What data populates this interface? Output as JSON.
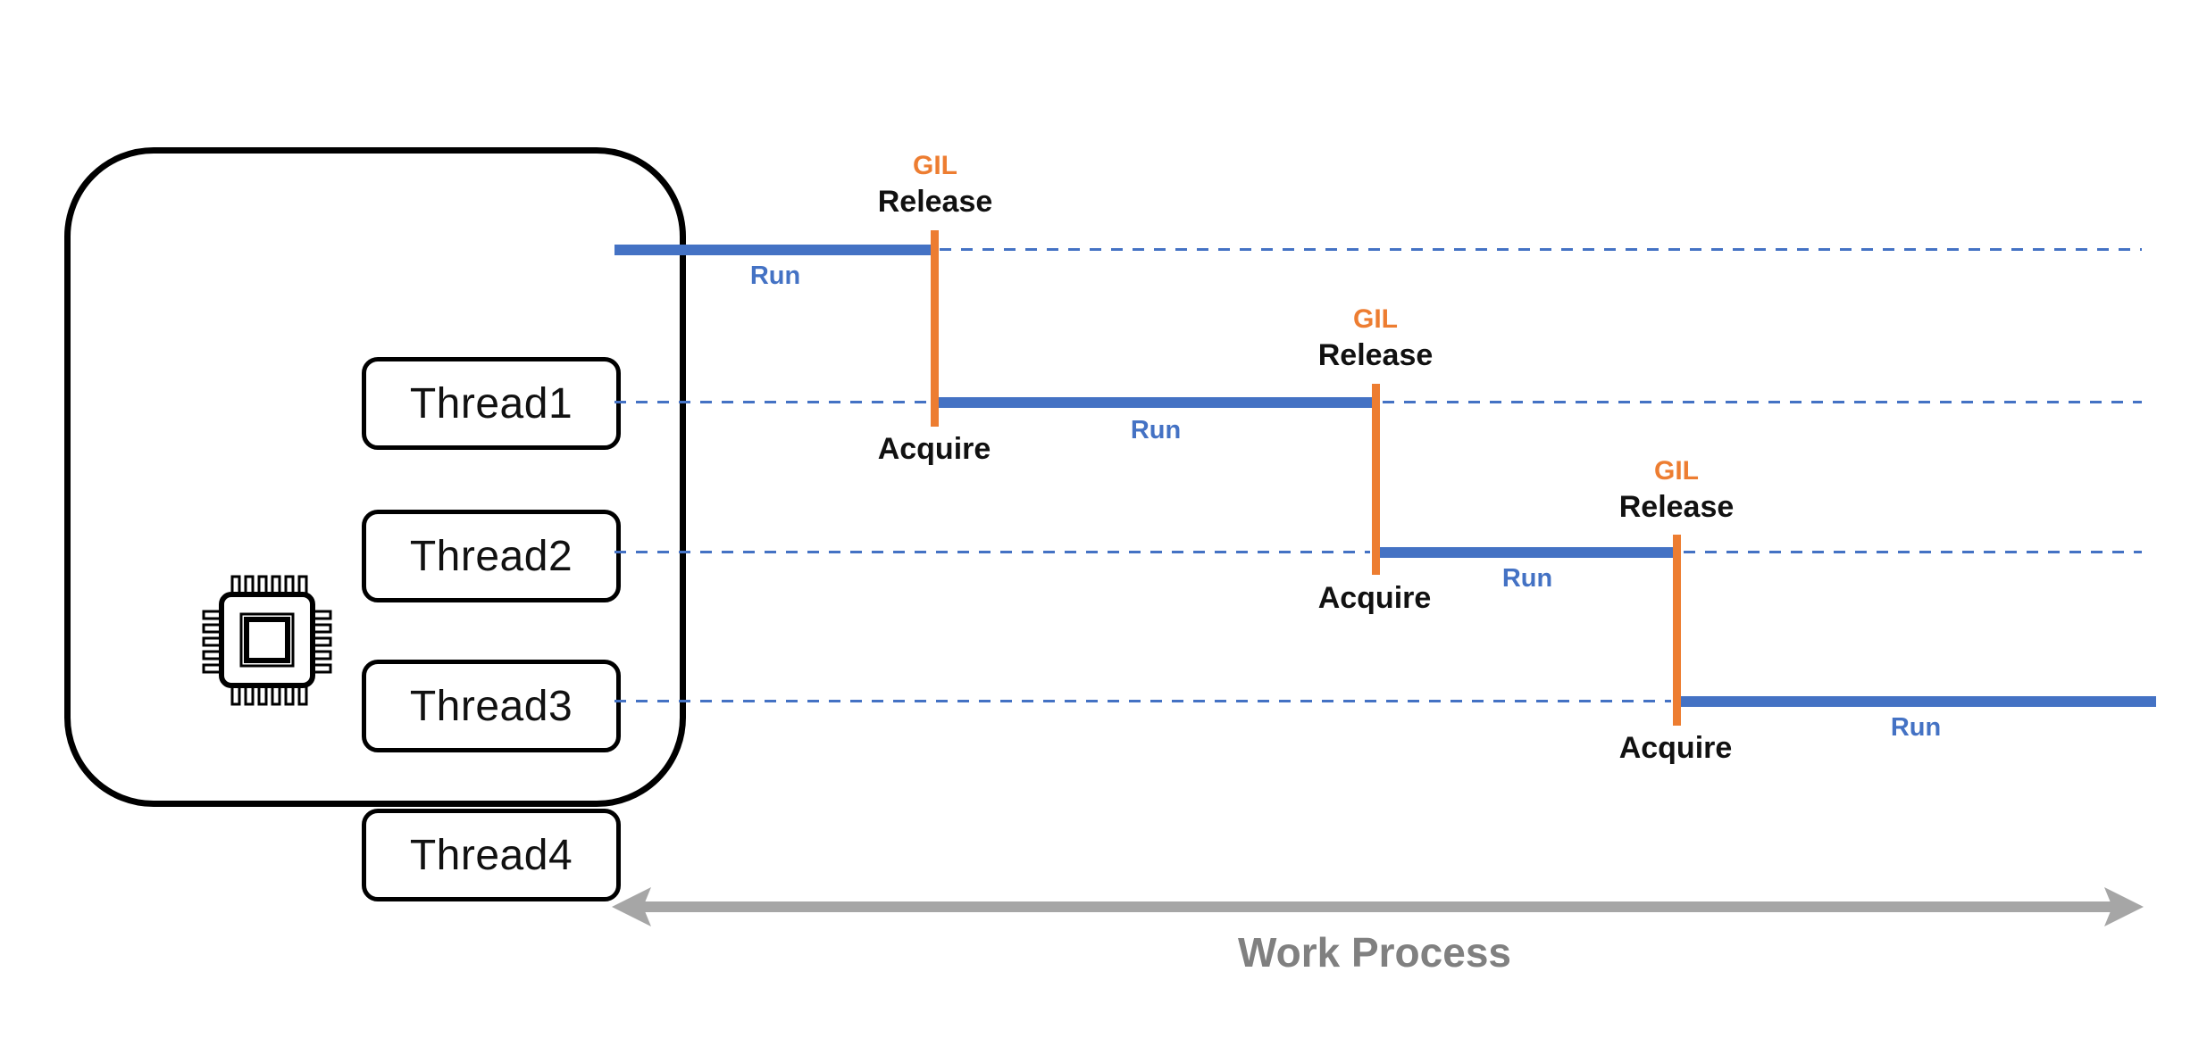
{
  "cpu_block": {
    "chip_icon": "cpu-chip-icon",
    "threads": [
      {
        "label": "Thread1"
      },
      {
        "label": "Thread2"
      },
      {
        "label": "Thread3"
      },
      {
        "label": "Thread4"
      }
    ]
  },
  "gil_events": [
    {
      "gil": "GIL",
      "release": "Release",
      "acquire": "Acquire"
    },
    {
      "gil": "GIL",
      "release": "Release",
      "acquire": "Acquire"
    },
    {
      "gil": "GIL",
      "release": "Release",
      "acquire": "Acquire"
    }
  ],
  "run_labels": [
    {
      "label": "Run"
    },
    {
      "label": "Run"
    },
    {
      "label": "Run"
    },
    {
      "label": "Run"
    }
  ],
  "axis": {
    "label": "Work Process"
  },
  "colors": {
    "run_blue": "#4472C4",
    "gil_orange": "#ED7D31",
    "arrow_gray": "#A6A6A6",
    "axis_text_gray": "#808080",
    "outline_black": "#000000"
  }
}
